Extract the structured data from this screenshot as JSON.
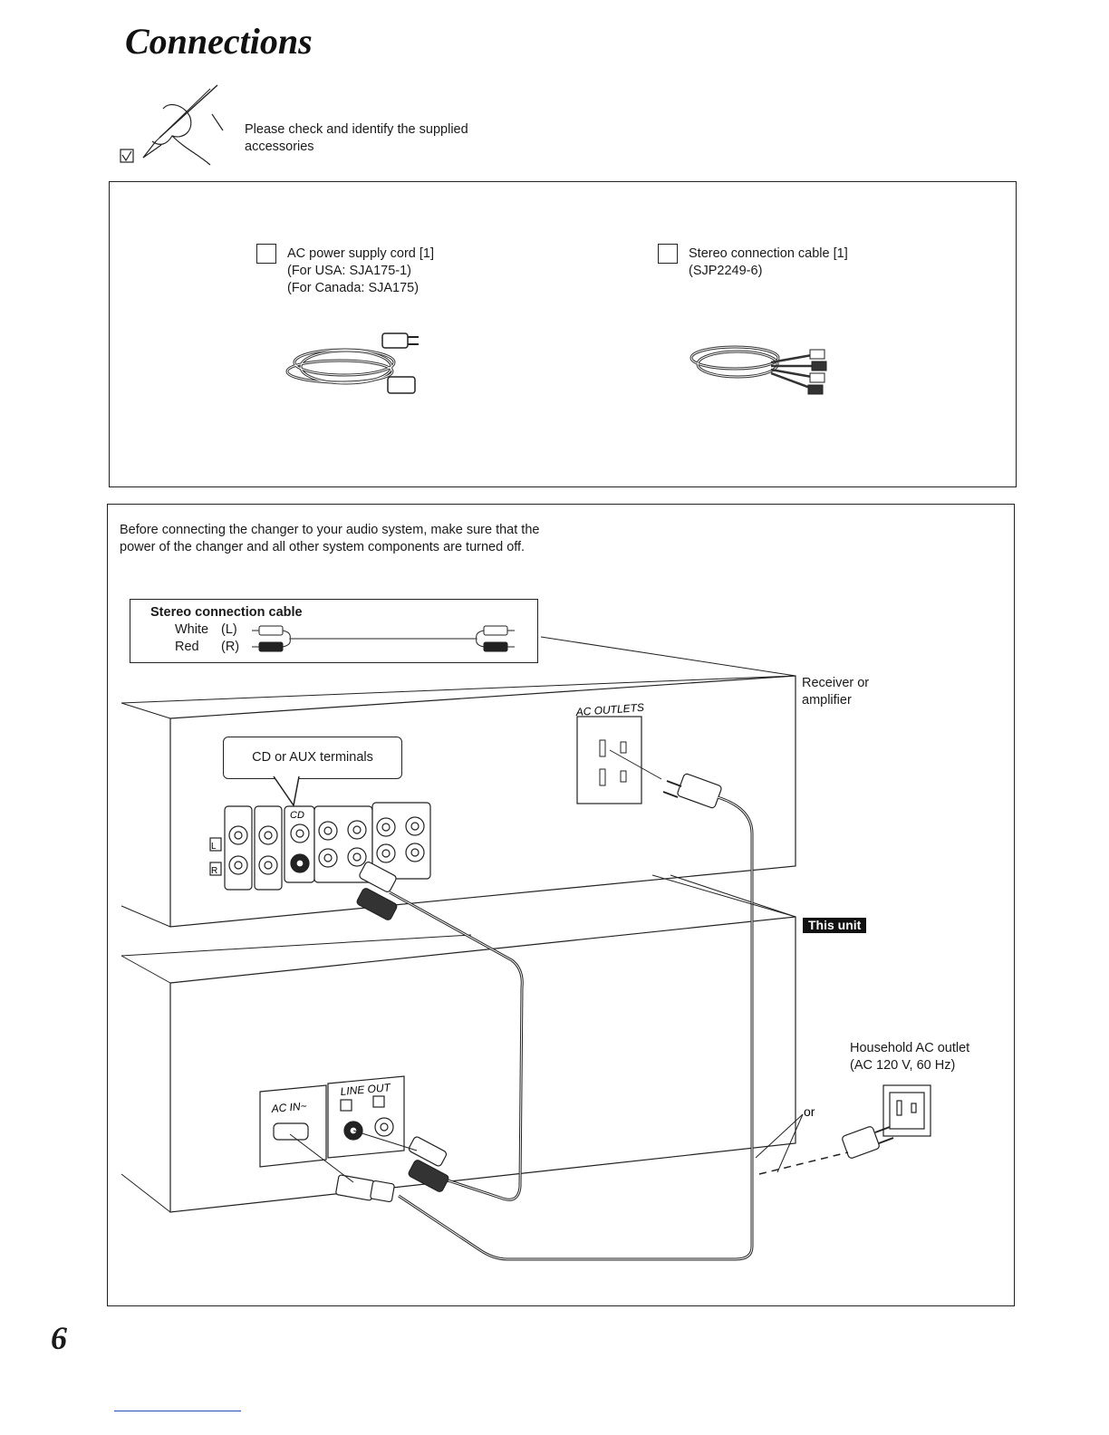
{
  "page": {
    "title": "Connections",
    "page_number": "6"
  },
  "check": {
    "text": "Please check and identify the supplied accessories"
  },
  "accessories": [
    {
      "name": "AC power supply cord [1]",
      "line2": "(For USA: SJA175-1)",
      "line3": "(For Canada: SJA175)"
    },
    {
      "name": "Stereo connection cable [1]",
      "line2": "(SJP2249-6)",
      "line3": ""
    }
  ],
  "intro": {
    "text": "Before connecting the changer to your audio system, make sure that the power of the changer and all other system components are turned off."
  },
  "legend": {
    "title": "Stereo connection cable",
    "white_label": "White",
    "white_ch": "(L)",
    "red_label": "Red",
    "red_ch": "(R)"
  },
  "diagram": {
    "callout": "CD or AUX terminals",
    "receiver_line1": "Receiver or",
    "receiver_line2": "amplifier",
    "ac_outlets": "AC OUTLETS",
    "cd_label": "CD",
    "l_mark": "L",
    "r_mark": "R",
    "this_unit": "This unit",
    "ac_in": "AC IN~",
    "line_out": "LINE OUT",
    "household_line1": "Household AC outlet",
    "household_line2": "(AC 120 V, 60 Hz)",
    "or": "or"
  }
}
